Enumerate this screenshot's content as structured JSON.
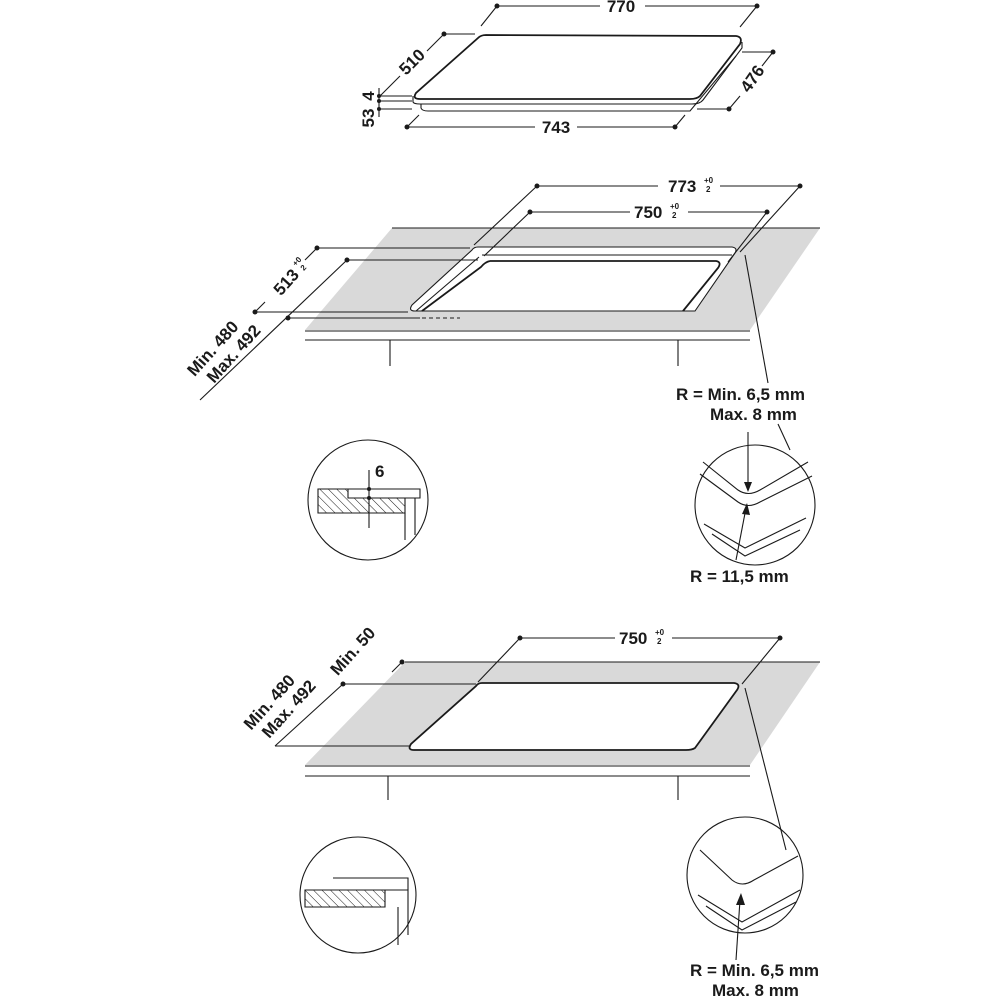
{
  "product_dims": {
    "width_top": "770",
    "depth_top": "510",
    "width_body": "743",
    "depth_body": "476",
    "glass_thickness": "4",
    "body_height": "53"
  },
  "cutout_flush": {
    "outer_width": "773",
    "inner_width": "750",
    "outer_depth": "513",
    "tolerance_plus": "+0",
    "tolerance_minus": "2",
    "depth_min": "Min. 480",
    "depth_max": "Max. 492",
    "radius_label_1": "R = Min. 6,5 mm",
    "radius_label_2": "Max. 8 mm",
    "step_depth": "6",
    "inner_radius_label": "R = 11,5 mm"
  },
  "cutout_standard": {
    "width": "750",
    "tolerance_plus": "+0",
    "tolerance_minus": "2",
    "front_min": "Min. 50",
    "depth_min": "Min. 480",
    "depth_max": "Max. 492",
    "radius_label_1": "R = Min. 6,5 mm",
    "radius_label_2": "Max. 8 mm"
  },
  "colors": {
    "countertop": "#d9d9d9",
    "line": "#1a1a1a"
  }
}
